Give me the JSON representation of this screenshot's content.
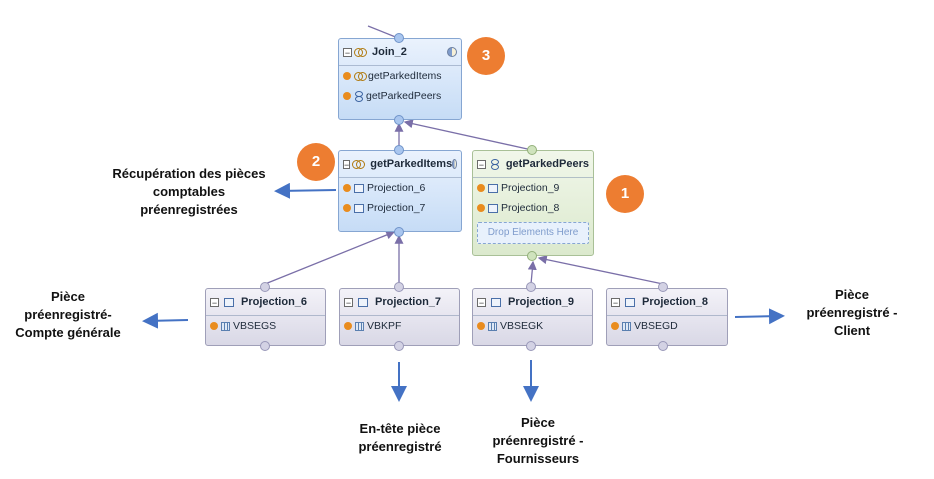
{
  "nodes": {
    "join": {
      "title": "Join_2",
      "rows": [
        "getParkedItems",
        "getParkedPeers"
      ]
    },
    "parked_items": {
      "title": "getParkedItems",
      "rows": [
        "Projection_6",
        "Projection_7"
      ]
    },
    "parked_peers": {
      "title": "getParkedPeers",
      "rows": [
        "Projection_9",
        "Projection_8"
      ],
      "drop_text": "Drop Elements Here"
    },
    "proj6": {
      "title": "Projection_6",
      "table": "VBSEGS"
    },
    "proj7": {
      "title": "Projection_7",
      "table": "VBKPF"
    },
    "proj9": {
      "title": "Projection_9",
      "table": "VBSEGK"
    },
    "proj8": {
      "title": "Projection_8",
      "table": "VBSEGD"
    }
  },
  "badges": {
    "one": "1",
    "two": "2",
    "three": "3"
  },
  "annotations": {
    "recuperation": [
      "Récupération des pièces",
      "comptables",
      "préenregistrées"
    ],
    "compte_generale": [
      "Pièce",
      "préenregistré-",
      "Compte générale"
    ],
    "entete": [
      "En-tête pièce",
      "préenregistré"
    ],
    "fournisseurs": [
      "Pièce",
      "préenregistré -",
      "Fournisseurs"
    ],
    "client": [
      "Pièce",
      "préenregistré -",
      "Client"
    ]
  },
  "colors": {
    "badge": "#ed7d31",
    "arrow": "#4472c4",
    "edge": "#7a6fa8"
  }
}
